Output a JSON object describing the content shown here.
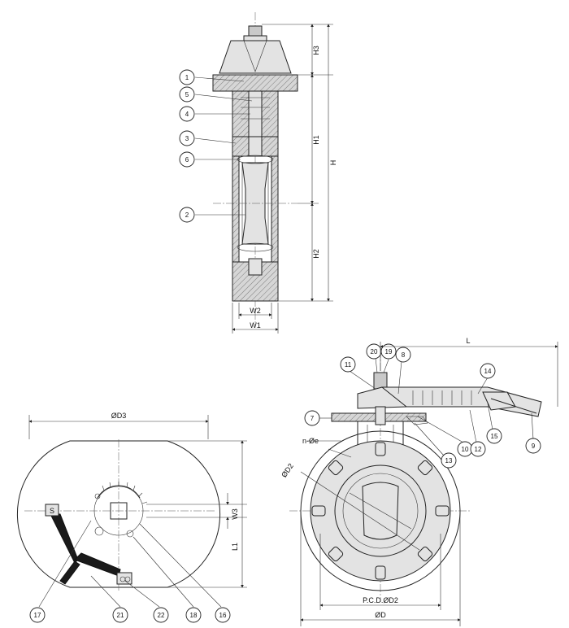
{
  "balloons": [
    "1",
    "5",
    "4",
    "3",
    "6",
    "2",
    "11",
    "20",
    "19",
    "8",
    "14",
    "7",
    "13",
    "10",
    "12",
    "15",
    "9",
    "17",
    "21",
    "22",
    "18",
    "16"
  ],
  "dims": {
    "h3": "H3",
    "h1": "H1",
    "h2": "H2",
    "h": "H",
    "w2": "W2",
    "w1": "W1",
    "d3": "ØD3",
    "w3": "W3",
    "l1": "L1",
    "l": "L",
    "ne": "n-Øe",
    "d2": "ØD2",
    "pcd": "P.C.D.ØD2",
    "d": "ØD"
  },
  "gear_mark": "S"
}
